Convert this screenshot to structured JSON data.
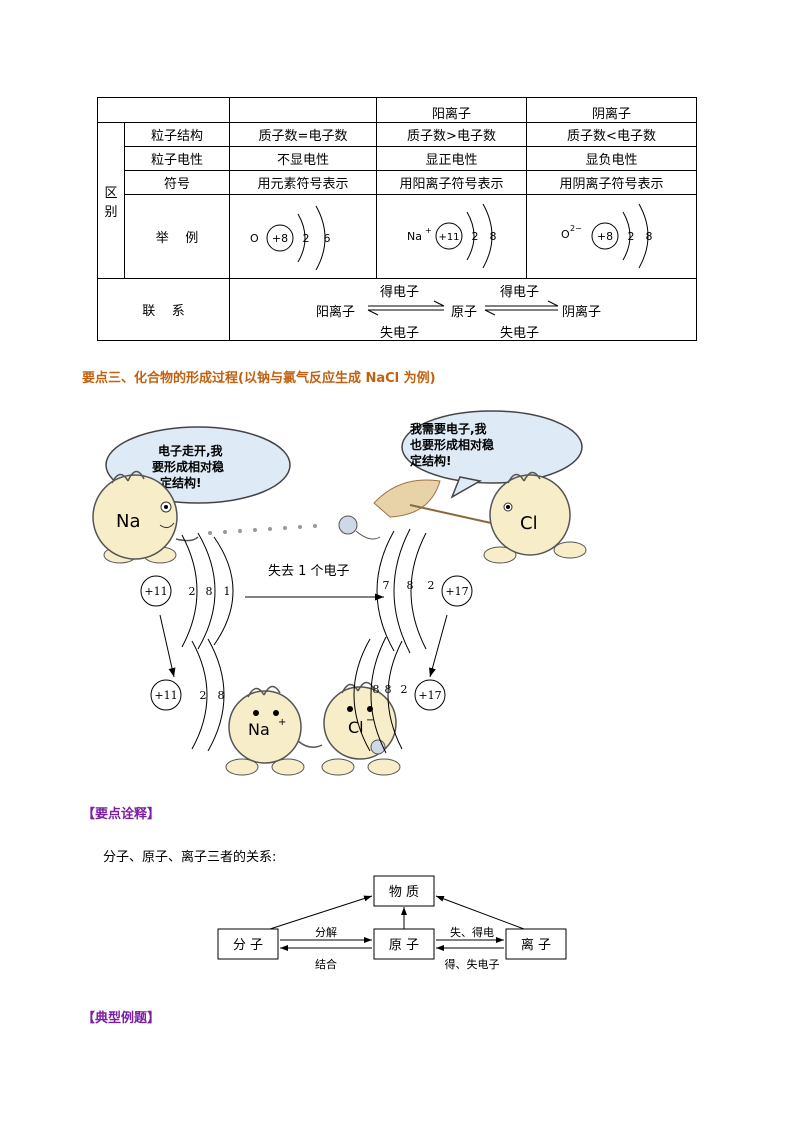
{
  "table": {
    "header": [
      "",
      "",
      "阳离子",
      "阴离子"
    ],
    "group_label_chars": [
      "区",
      "别"
    ],
    "rows": [
      {
        "label": "粒子结构",
        "atom": "质子数=电子数",
        "cation": "质子数>电子数",
        "anion": "质子数<电子数"
      },
      {
        "label": "粒子电性",
        "atom": "不显电性",
        "cation": "显正电性",
        "anion": "显负电性"
      },
      {
        "label": "符号",
        "atom": "用元素符号表示",
        "cation": "用阳离子符号表示",
        "anion": "用阴离子符号表示"
      }
    ],
    "example_label": "举    例",
    "examples": {
      "atom": {
        "symbol": "O",
        "charge": "",
        "nucleus": "+8",
        "shells": [
          "2",
          "6"
        ]
      },
      "cation": {
        "symbol": "Na",
        "charge": "+",
        "nucleus": "+11",
        "shells": [
          "2",
          "8"
        ]
      },
      "anion": {
        "symbol": "O",
        "charge": "2−",
        "nucleus": "+8",
        "shells": [
          "2",
          "8"
        ]
      }
    },
    "relation_label": "联    系",
    "relation": {
      "left": "阳离子",
      "middle": "原子",
      "right": "阴离子",
      "gain": "得电子",
      "lose": "失电子"
    }
  },
  "section3_title": "要点三、化合物的形成过程(以钠与氯气反应生成 NaCl 为例)",
  "cartoon": {
    "na_bubble": [
      "电子走开,我",
      "要形成相对稳",
      "定结构!"
    ],
    "cl_bubble": [
      "我需要电子,我",
      "也要形成相对稳",
      "定结构!"
    ],
    "na_label": "Na",
    "cl_label": "Cl",
    "na_ion_label": "Na",
    "na_ion_charge": "+",
    "cl_ion_label": "Cl",
    "cl_ion_charge": "−",
    "arrow_label": "失去 1 个电子",
    "na_atom": {
      "nucleus": "+11",
      "shells": [
        "2",
        "8",
        "1"
      ]
    },
    "cl_atom": {
      "nucleus": "+17",
      "shells": [
        "7",
        "8",
        "2"
      ]
    },
    "na_ion": {
      "nucleus": "+11",
      "shells": [
        "2",
        "8"
      ]
    },
    "cl_ion": {
      "nucleus": "+17",
      "shells": [
        "8",
        "8",
        "2"
      ]
    }
  },
  "explain_title": "【要点诠释】",
  "explain_text": "分子、原子、离子三者的关系:",
  "relation_diagram": {
    "matter": "物  质",
    "molecule": "分  子",
    "atom": "原  子",
    "ion": "离  子",
    "decompose": "分解",
    "combine": "结合",
    "lose_gain": "失、得电",
    "gain_lose": "得、失电子"
  },
  "examples_title": "【典型例题】",
  "colors": {
    "heading": "#c06010",
    "subhead": "#7b1fa2",
    "bubble": "#dfeaf7",
    "ball": "#f7edc8"
  }
}
